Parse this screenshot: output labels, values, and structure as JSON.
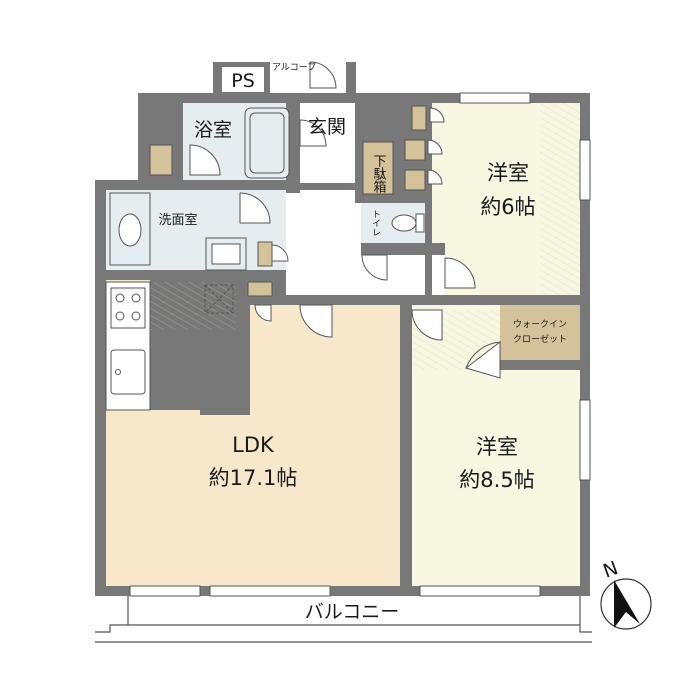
{
  "rooms": {
    "ldk": {
      "name": "LDK",
      "size": "約17.1帖"
    },
    "western1": {
      "name": "洋室",
      "size": "約6帖"
    },
    "western2": {
      "name": "洋室",
      "size": "約8.5帖"
    },
    "bath": {
      "name": "浴室"
    },
    "washroom": {
      "name": "洗面室"
    },
    "entrance": {
      "name": "玄関"
    },
    "toilet": {
      "name": "トイレ"
    },
    "shoe_box": {
      "name": "下駄箱"
    },
    "walk_in_closet": {
      "line1": "ウォークイン",
      "line2": "クローゼット"
    },
    "pipe_space": {
      "name": "PS"
    },
    "alcove": {
      "name": "アルコーブ"
    },
    "balcony": {
      "name": "バルコニー"
    }
  },
  "compass": {
    "label": "N"
  },
  "colors": {
    "wall": "#787878",
    "ldk_floor": "#f7e8cb",
    "bedroom_floor": "#f8f7e2",
    "wet_floor": "#e6edf0",
    "hall_floor": "#ffffff",
    "storage": "#d4c29a"
  }
}
